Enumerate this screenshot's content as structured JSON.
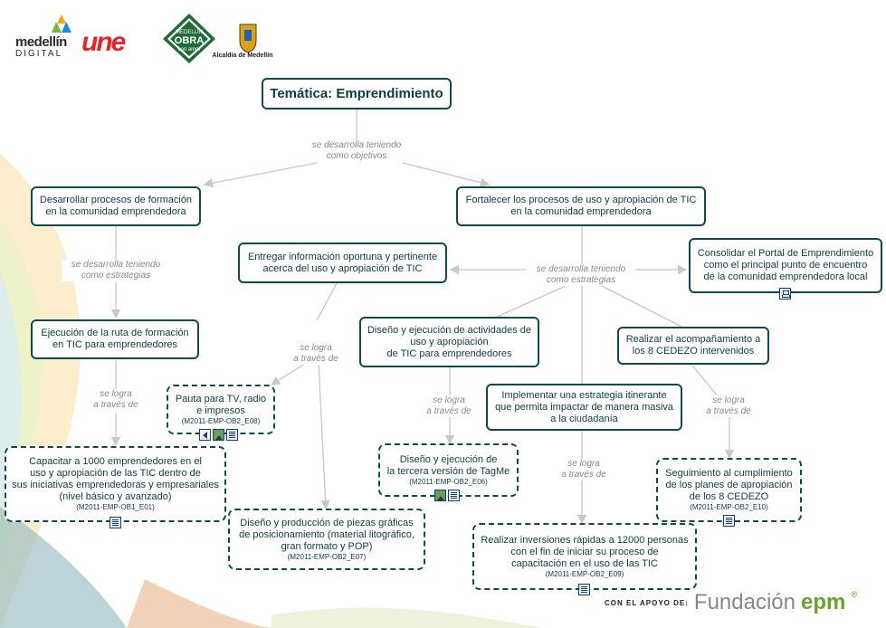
{
  "header": {
    "logo_medellin_line1": "medellín",
    "logo_medellin_line2": "DIGITAL",
    "logo_une": "une",
    "logo_obra_line1": "MEDELLÍN",
    "logo_obra_line2": "OBRA",
    "logo_obra_line3": "con amor",
    "logo_alcaldia": "Alcaldía de Medellín"
  },
  "colors": {
    "node_border": "#0f4a50",
    "edge": "#c8c8c8",
    "link_label": "#888888",
    "icon_border": "#1a3f6b"
  },
  "nodes": {
    "root": "Temática: Emprendimiento",
    "obj1": [
      "Desarrollar procesos de formación",
      "en la comunidad emprendedora"
    ],
    "obj2": [
      "Fortalecer los procesos de uso y apropiación de TIC",
      "en la comunidad emprendedora"
    ],
    "strat1": [
      "Ejecución de la ruta de formación",
      "en TIC para emprendedores"
    ],
    "strat2": [
      "Entregar información oportuna y pertinente",
      "acerca del uso y apropiación de TIC"
    ],
    "strat3": [
      "Consolidar el Portal de Emprendimiento",
      "como el principal punto de encuentro",
      "de la comunidad emprendedora local"
    ],
    "strat4": [
      "Diseño y ejecución de actividades de",
      "uso y apropiación",
      "de TIC para emprendedores"
    ],
    "strat5": [
      "Realizar el acompañamiento a",
      "los 8 CEDEZO intervenidos"
    ],
    "strat6": [
      "Implementar una estrategia itinerante",
      "que permita impactar de manera masiva",
      "a la ciudadanía"
    ],
    "e1": {
      "lines": [
        "Capacitar a 1000 emprendedores en el",
        "uso y apropiación de las TIC dentro de",
        "sus iniciativas emprendedoras y empresariales",
        "(nivel básico y avanzado)"
      ],
      "code": "(M2011-EMP-OB1_E01)"
    },
    "e8": {
      "lines": [
        "Pauta para TV, radio",
        "e impresos"
      ],
      "code": "(M2011-EMP-OB2_E08)"
    },
    "e7": {
      "lines": [
        "Diseño y producción de piezas gráficas",
        "de posicionamiento (material litográfico,",
        "gran formato y POP)"
      ],
      "code": "(M2011-EMP-OB2_E07)"
    },
    "e6": {
      "lines": [
        "Diseño y ejecución de",
        "la tercera versión de TagMe"
      ],
      "code": "(M2011-EMP-OB2_E06)"
    },
    "e9": {
      "lines": [
        "Realizar inversiones rápidas a 12000 personas",
        "con el fin de iniciar su proceso de",
        "capacitación en el uso de las TIC"
      ],
      "code": "(M2011-EMP-OB2_E09)"
    },
    "e10": {
      "lines": [
        "Seguimiento al cumplimiento",
        "de  los planes de apropiación",
        "de los 8 CEDEZO"
      ],
      "code": "(M2011-EMP-OB2_E10)"
    }
  },
  "links": {
    "objetivos": [
      "se desarrolla teniendo",
      "como objetivos"
    ],
    "estrategias_left": [
      "se desarrolla teniendo",
      "como estrategias"
    ],
    "estrategias_right": [
      "se desarrolla teniendo",
      "como estrategias"
    ],
    "logra1": [
      "se logra",
      "a través de"
    ],
    "logra2": [
      "se logra",
      "a través de"
    ],
    "logra3": [
      "se logra",
      "a través de"
    ],
    "logra4": [
      "se logra",
      "a través de"
    ],
    "logra5": [
      "se logra",
      "a través de"
    ]
  },
  "footer": {
    "support": "CON EL APOYO DE:",
    "brand": "Fundación",
    "brand_bold": "epm",
    "reg": "®"
  }
}
